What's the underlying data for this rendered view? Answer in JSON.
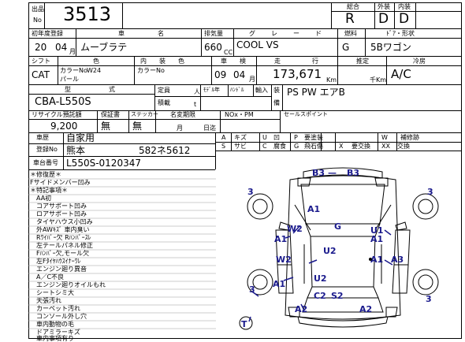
{
  "header": {
    "no_label_1": "出品",
    "no_label_2": "No",
    "lot_no": "3513",
    "grade_labels": [
      "総合",
      "外装",
      "内装"
    ],
    "grades": [
      "R",
      "D",
      "D"
    ]
  },
  "row1": {
    "labels": {
      "first_reg": "初年度登録",
      "car_name_1": "車",
      "car_name_2": "名",
      "displacement": "排気量",
      "grade_1": "グ",
      "grade_2": "レ",
      "grade_3": "ー",
      "grade_4": "ド",
      "fuel": "燃料",
      "door_shape": "ﾄﾞｱ・形状"
    },
    "year": "20",
    "month": "04",
    "month_unit": "月",
    "car_name": "ムーブラテ",
    "displacement": "660",
    "cc_unit": "CC",
    "grade": "COOL VS",
    "fuel": "G",
    "door_shape": "5Bワゴン"
  },
  "row2": {
    "labels": {
      "shift": "シフト",
      "color": "色",
      "interior_1": "内",
      "interior_2": "装",
      "interior_3": "色",
      "inspection_1": "車",
      "inspection_2": "検",
      "mileage_1": "走",
      "mileage_2": "行",
      "estimate": "推定",
      "ac": "冷房"
    },
    "shift": "CAT",
    "color_no_label": "カラーNo",
    "color_no": "W24",
    "color_name": "パール",
    "interior_color_no_label": "カラーNo",
    "inspection_year": "09",
    "inspection_month": "04",
    "inspection_unit": "月",
    "mileage": "173,671",
    "km_unit": "Km",
    "estimate_unit": "千Km",
    "ac": "A/C"
  },
  "row3": {
    "labels": {
      "model_1": "型",
      "model_2": "式",
      "capacity": "定員",
      "capacity_unit": "人",
      "model_year": "ﾓﾃﾞﾙ年",
      "handle": "ﾊﾝﾄﾞﾙ",
      "import": "輸入",
      "load": "積載",
      "load_unit": "t",
      "equip_1": "装",
      "equip_2": "備"
    },
    "model_code": "CBA-L550S",
    "equipment": "PS PW エアB"
  },
  "row4": {
    "labels": {
      "recycle": "リサイクル預託額",
      "warranty": "保証書",
      "sticker": "ステッカー",
      "name_change": "名変期限",
      "nox": "NOx・PM",
      "sales_point": "セールスポイント",
      "month": "月",
      "day": "日迄"
    },
    "recycle": "9,200",
    "warranty": "無",
    "sticker": "無"
  },
  "history": {
    "label_history": "車歴",
    "label_reg": "登録No",
    "label_chassis": "車台番号",
    "history": "自家用",
    "reg_area": "熊本",
    "reg_number": "582ネ5612",
    "chassis": "L550S-0120347"
  },
  "legend": [
    [
      "A",
      "キズ",
      "U",
      "凹"
    ],
    [
      "S",
      "サビ",
      "C",
      "腐食"
    ],
    [
      "P",
      "要塗装",
      "W",
      "補修跡"
    ],
    [
      "G",
      "飛石傷",
      "X",
      "要交換"
    ],
    [
      "",
      "",
      "XX",
      "交換"
    ]
  ],
  "notes": [
    "＊修復歴＊",
    "Fサイドメンバー凹み",
    "＊特記事項＊",
    "AA初",
    "コアサポート凹み",
    "ロアサポート凹み",
    "タイヤハウス小凹み",
    "外AWｷｽﾞ 車内臭い",
    "Rﾜｲﾊﾟｰ欠 Rﾊﾝﾊﾟｰｽﾚ",
    "左テールパネル修正",
    "Fﾊﾝﾊﾟｰ欠,モール欠",
    "左Fﾀｲﾔﾊｳｽｲﾅｰﾜﾚ",
    "エンジン廻り異音",
    "A／C不良",
    "エンジン廻りオイルもれ",
    "シートシミ大",
    "天張汚れ",
    "カーペット汚れ",
    "コンソール外し穴",
    "車内動物の毛",
    "ドアミラーキズ",
    "車内事項有り"
  ],
  "diagram_marks": [
    {
      "name": "mark-b3-left",
      "text": "B3"
    },
    {
      "name": "mark-b3-right",
      "text": "B3"
    },
    {
      "name": "mark-3-front-left",
      "text": "3"
    },
    {
      "name": "mark-3-front-right",
      "text": "3"
    },
    {
      "name": "mark-a1-hood",
      "text": "A1"
    },
    {
      "name": "mark-g-roof",
      "text": "G"
    },
    {
      "name": "mark-w2-left-front",
      "text": "W2"
    },
    {
      "name": "mark-a1-left",
      "text": "A1"
    },
    {
      "name": "mark-u1-right",
      "text": "U1"
    },
    {
      "name": "mark-a1-right",
      "text": "A1"
    },
    {
      "name": "mark-u2-roof",
      "text": "U2"
    },
    {
      "name": "mark-w2-left-rear",
      "text": "W2"
    },
    {
      "name": "mark-a1-right-rear",
      "text": "A1"
    },
    {
      "name": "mark-a3-right",
      "text": "A3"
    },
    {
      "name": "mark-u2-trunk",
      "text": "U2"
    },
    {
      "name": "mark-a1-left-quarter",
      "text": "A1"
    },
    {
      "name": "mark-3-rear-left",
      "text": "3"
    },
    {
      "name": "mark-3-rear-right",
      "text": "3"
    },
    {
      "name": "mark-c2",
      "text": "C2"
    },
    {
      "name": "mark-s2",
      "text": "S2"
    },
    {
      "name": "mark-a2-left",
      "text": "A2"
    },
    {
      "name": "mark-a2-right",
      "text": "A2"
    },
    {
      "name": "mark-t",
      "text": "T"
    }
  ]
}
